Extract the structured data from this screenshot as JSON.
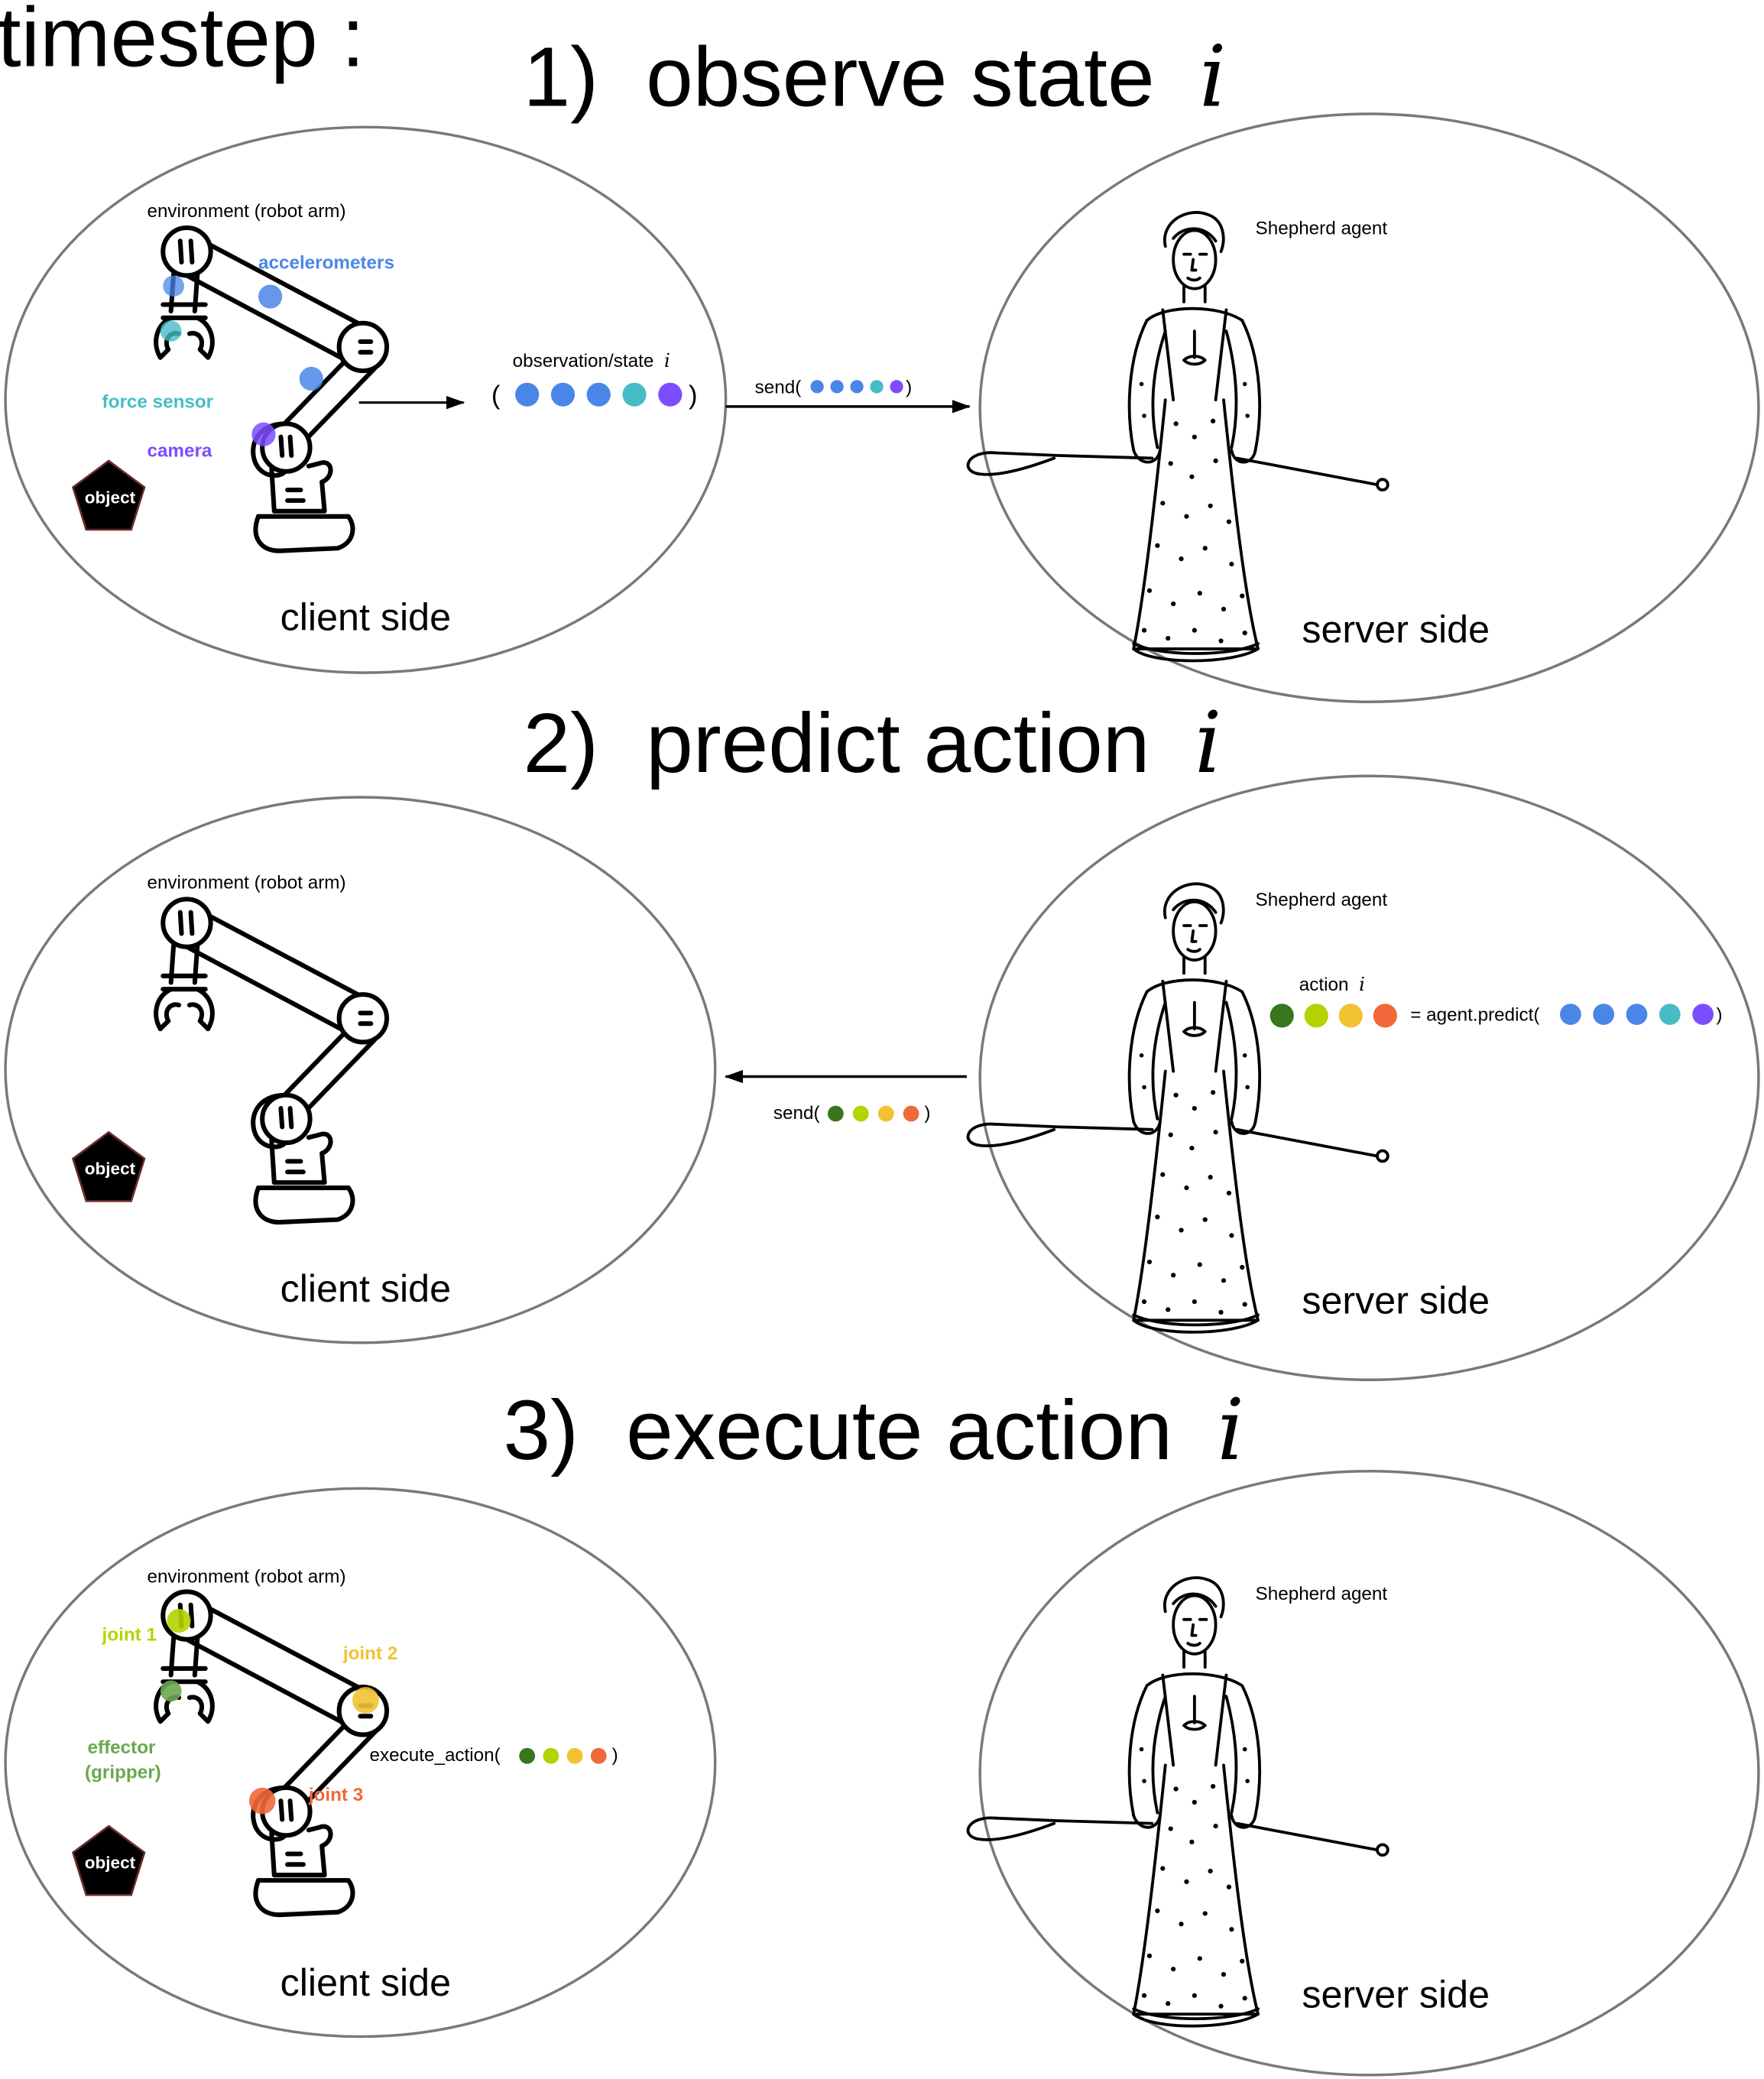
{
  "page": {
    "timestep_label": "timestep :"
  },
  "steps": [
    {
      "number": "1)",
      "title": "observe state",
      "var": "i",
      "client": {
        "side_label": "client side",
        "env_label": "environment (robot arm)",
        "object_label": "object",
        "sensors": [
          {
            "label": "accelerometers",
            "color": "#4a86e8"
          },
          {
            "label": "force sensor",
            "color": "#46bdc6"
          },
          {
            "label": "camera",
            "color": "#7c4dff"
          }
        ],
        "obs_label": "observation/state",
        "obs_var": "i",
        "obs_colors": [
          "#4a86e8",
          "#4a86e8",
          "#4a86e8",
          "#46bdc6",
          "#7c4dff"
        ]
      },
      "send_label": "send(",
      "send_colors": [
        "#4a86e8",
        "#4a86e8",
        "#4a86e8",
        "#46bdc6",
        "#7c4dff"
      ],
      "server": {
        "side_label": "server side",
        "agent_label": "Shepherd agent"
      }
    },
    {
      "number": "2)",
      "title": "predict action",
      "var": "i",
      "client": {
        "side_label": "client side",
        "env_label": "environment (robot arm)",
        "object_label": "object"
      },
      "send_label": "send(",
      "send_colors": [
        "#38761d",
        "#b5d300",
        "#f1c232",
        "#f1683a"
      ],
      "server": {
        "side_label": "server side",
        "agent_label": "Shepherd agent",
        "action_label": "action",
        "action_var": "i",
        "action_colors": [
          "#38761d",
          "#b5d300",
          "#f1c232",
          "#f1683a"
        ],
        "predict_label": "= agent.predict(",
        "predict_colors": [
          "#4a86e8",
          "#4a86e8",
          "#4a86e8",
          "#46bdc6",
          "#7c4dff"
        ]
      }
    },
    {
      "number": "3)",
      "title": "execute action",
      "var": "i",
      "client": {
        "side_label": "client side",
        "env_label": "environment (robot arm)",
        "object_label": "object",
        "joints": [
          {
            "label": "joint 1",
            "color": "#b5d300"
          },
          {
            "label": "joint 2",
            "color": "#f1c232"
          },
          {
            "label": "joint 3",
            "color": "#f1683a"
          },
          {
            "label": "effector",
            "color": "#6aa84f"
          },
          {
            "label": "(gripper)",
            "color": "#6aa84f"
          }
        ],
        "exec_label": "execute_action(",
        "exec_colors": [
          "#38761d",
          "#b5d300",
          "#f1c232",
          "#f1683a"
        ]
      },
      "server": {
        "side_label": "server side",
        "agent_label": "Shepherd agent"
      }
    }
  ]
}
